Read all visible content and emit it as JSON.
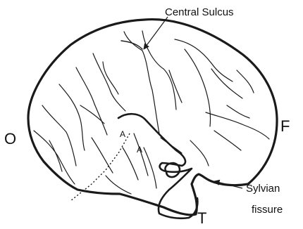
{
  "labels": {
    "central_sulcus": "Central Sulcus",
    "occipital": "O",
    "frontal": "F",
    "temporal": "T",
    "sylvian_line1": "Sylvian",
    "sylvian_line2": "fissure",
    "area_a_upper": "A",
    "area_a_lower": "A"
  }
}
